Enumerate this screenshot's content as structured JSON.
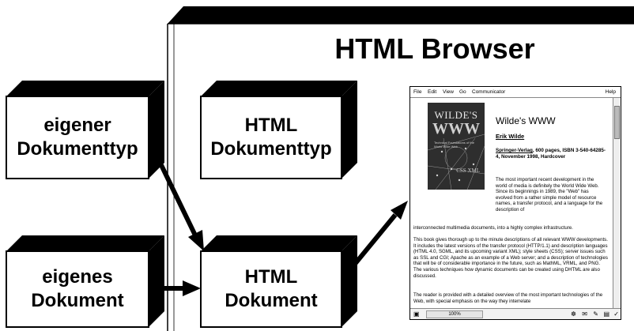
{
  "diagram": {
    "title": "HTML Browser",
    "nodes": {
      "eigener_dokumenttyp": [
        "eigener",
        "Dokumenttyp"
      ],
      "eigenes_dokument": [
        "eigenes",
        "Dokument"
      ],
      "html_dokumenttyp": [
        "HTML",
        "Dokumenttyp"
      ],
      "html_dokument": [
        "HTML",
        "Dokument"
      ]
    }
  },
  "browser": {
    "menu": [
      "File",
      "Edit",
      "View",
      "Go",
      "Communicator"
    ],
    "help": "Help",
    "zoom": "100%",
    "cover": {
      "line1": "WILDE'S",
      "line2": "WWW",
      "line3": "Technical Foundations of the World Wide Web",
      "line4": "CSS XML"
    },
    "book_title": "Wilde's WWW",
    "author": "Erik Wilde",
    "publisher": "Springer-Verlag",
    "book_details": ", 600 pages, ISBN 3-540-64285-4, November 1998, Hardcover",
    "para1": "The most important recent development in the world of media is definitely the World Wide Web. Since its beginnings in 1989, the \"Web\" has evolved from a rather simple model of resource names, a transfer protocol, and a language for the description of",
    "para1_cont": "interconnected multimedia documents, into a highly complex infrastructure.",
    "para2": "This book gives thorough up to the minute descriptions of all relevant WWW developments. It includes the latest versions of the transfer protocol (HTTP/1.1) and description languages (HTML 4.0, SGML, and its upcoming variant XML); style sheets (CSS); server issues such as SSL and CGI; Apache as an example of a Web server; and a description of technologies that will be of considerable importance in the future, such as MathML, VRML, and PNG. The various techniques how dynamic documents can be created using DHTML are also discussed.",
    "para3": "The reader is provided with a detailed overview of the most important technologies of the Web, with special emphasis on the way they interrelate"
  },
  "colors": {
    "box_fill": "#ffffff",
    "box_side": "#000000",
    "line": "#000000"
  }
}
